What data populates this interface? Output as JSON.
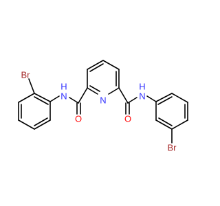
{
  "molecule": {
    "atoms": {
      "N_pyridine": "N",
      "NH_left": "N",
      "H_left": "H",
      "NH_right": "N",
      "H_right": "H",
      "O_left": "O",
      "O_right": "O",
      "Br_left": "Br",
      "Br_right": "Br"
    },
    "colors": {
      "bond": "#000000",
      "nitrogen": "#3333ff",
      "oxygen": "#ff0d0d",
      "bromine": "#a52a2a"
    }
  }
}
